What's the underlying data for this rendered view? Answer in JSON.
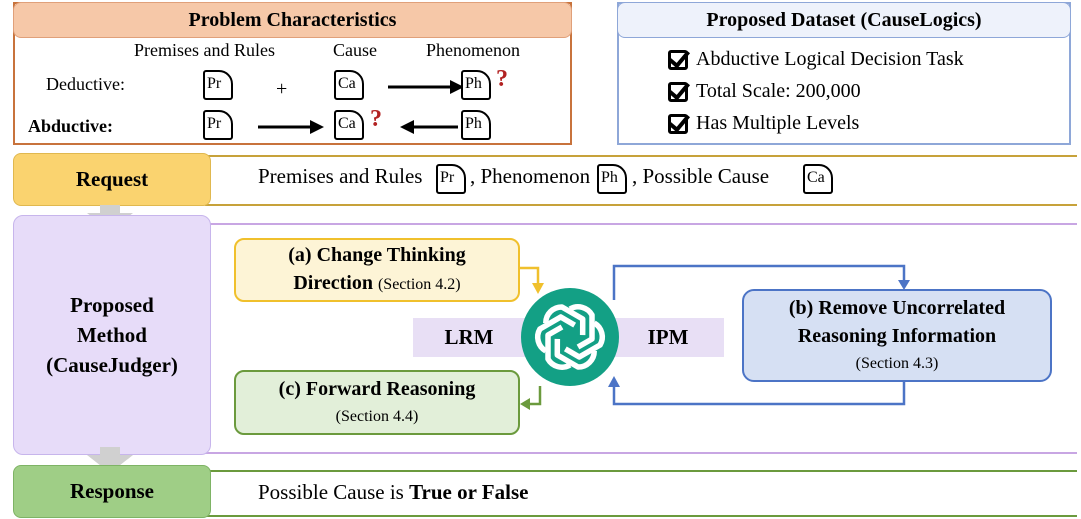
{
  "problem": {
    "title": "Problem Characteristics",
    "col_premises": "Premises and Rules",
    "col_cause": "Cause",
    "col_phenomenon": "Phenomenon",
    "row_deductive": "Deductive:",
    "row_abductive": "Abductive:",
    "plus": "+",
    "question": "?",
    "doc_pr": "Pr",
    "doc_ca": "Ca",
    "doc_ph": "Ph"
  },
  "dataset": {
    "title": "Proposed Dataset (CauseLogics)",
    "items": [
      "Abductive Logical Decision Task",
      "Total Scale: 200,000",
      "Has Multiple Levels"
    ]
  },
  "request": {
    "label": "Request",
    "text_1": "Premises and Rules",
    "text_2": ", Phenomenon",
    "text_3": ", Possible Cause",
    "doc_pr": "Pr",
    "doc_ph": "Ph",
    "doc_ca": "Ca"
  },
  "method": {
    "label_line1": "Proposed",
    "label_line2": "Method",
    "label_line3": "(CauseJudger)",
    "box_a_title_1": "(a) Change Thinking",
    "box_a_title_2": "Direction",
    "box_a_section": "(Section 4.2)",
    "box_b_title_1": "(b) Remove Uncorrelated",
    "box_b_title_2": "Reasoning Information",
    "box_b_section": "(Section 4.3)",
    "box_c_title": "(c) Forward Reasoning",
    "box_c_section": "(Section 4.4)",
    "lrm": "LRM",
    "ipm": "IPM",
    "logo_icon": "openai-logo-icon"
  },
  "response": {
    "label": "Response",
    "text_plain": "Possible Cause is ",
    "text_bold": "True or False"
  },
  "colors": {
    "problem_header": "#f6c8a8",
    "request": "#fad36f",
    "method": "#e7dcf9",
    "response": "#9fce86",
    "box_a": "#fdf4d6",
    "box_b": "#d6e0f3",
    "box_c": "#e2efd9",
    "question_mark": "#b22222"
  }
}
